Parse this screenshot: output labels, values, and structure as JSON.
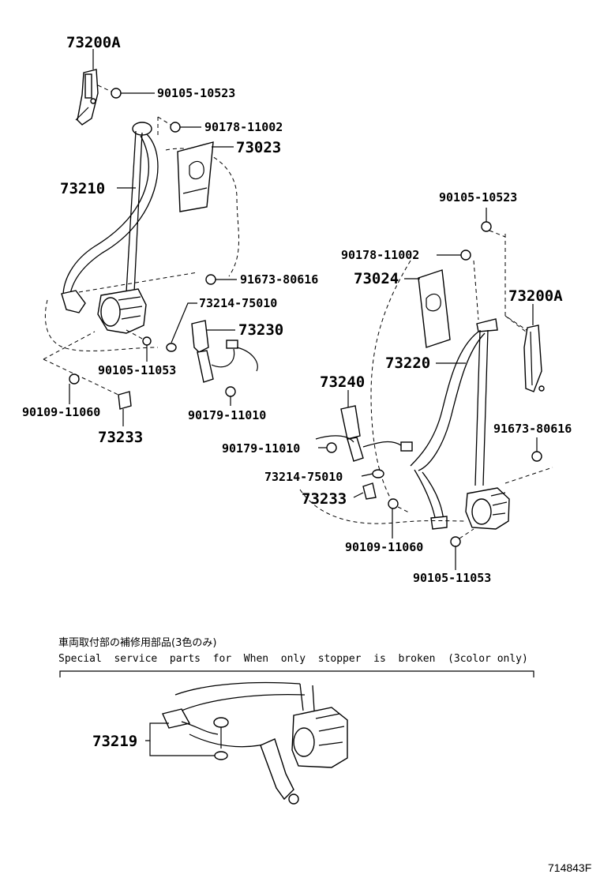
{
  "labels": {
    "p73200A_top": "73200A",
    "p90105_10523_top": "90105-10523",
    "p90178_11002_top": "90178-11002",
    "p73023": "73023",
    "p73210": "73210",
    "p91673_80616_left": "91673-80616",
    "p73214_75010_left": "73214-75010",
    "p73230": "73230",
    "p90105_11053_left": "90105-11053",
    "p90109_11060_left": "90109-11060",
    "p90179_11010_left": "90179-11010",
    "p73233_left": "73233",
    "p90105_10523_right": "90105-10523",
    "p90178_11002_right": "90178-11002",
    "p73024": "73024",
    "p73200A_right": "73200A",
    "p73220": "73220",
    "p73240": "73240",
    "p91673_80616_right": "91673-80616",
    "p90179_11010_right": "90179-11010",
    "p73214_75010_right": "73214-75010",
    "p73233_right": "73233",
    "p90109_11060_right": "90109-11060",
    "p90105_11053_right": "90105-11053",
    "p73219": "73219"
  },
  "note": {
    "japanese": "車両取付部の補修用部品(3色のみ)",
    "english": "Special  service  parts  for  When  only  stopper  is  broken  (3color only)"
  },
  "figure_code": "714843F"
}
